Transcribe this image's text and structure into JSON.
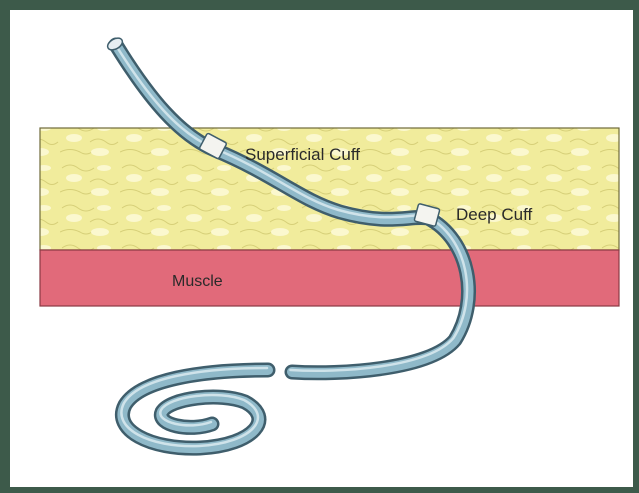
{
  "diagram": {
    "labels": {
      "superficial_cuff": "Superficial Cuff",
      "deep_cuff": "Deep Cuff",
      "muscle": "Muscle"
    },
    "colors": {
      "border": "#3d5a4a",
      "background": "#ffffff",
      "fat_layer": "#f1ec9c",
      "fat_highlight": "#fbf8cf",
      "muscle_layer": "#e16a7a",
      "catheter": "#8fb9c9",
      "catheter_outline": "#3f5e6c",
      "cuff": "#f4f4f0"
    }
  }
}
